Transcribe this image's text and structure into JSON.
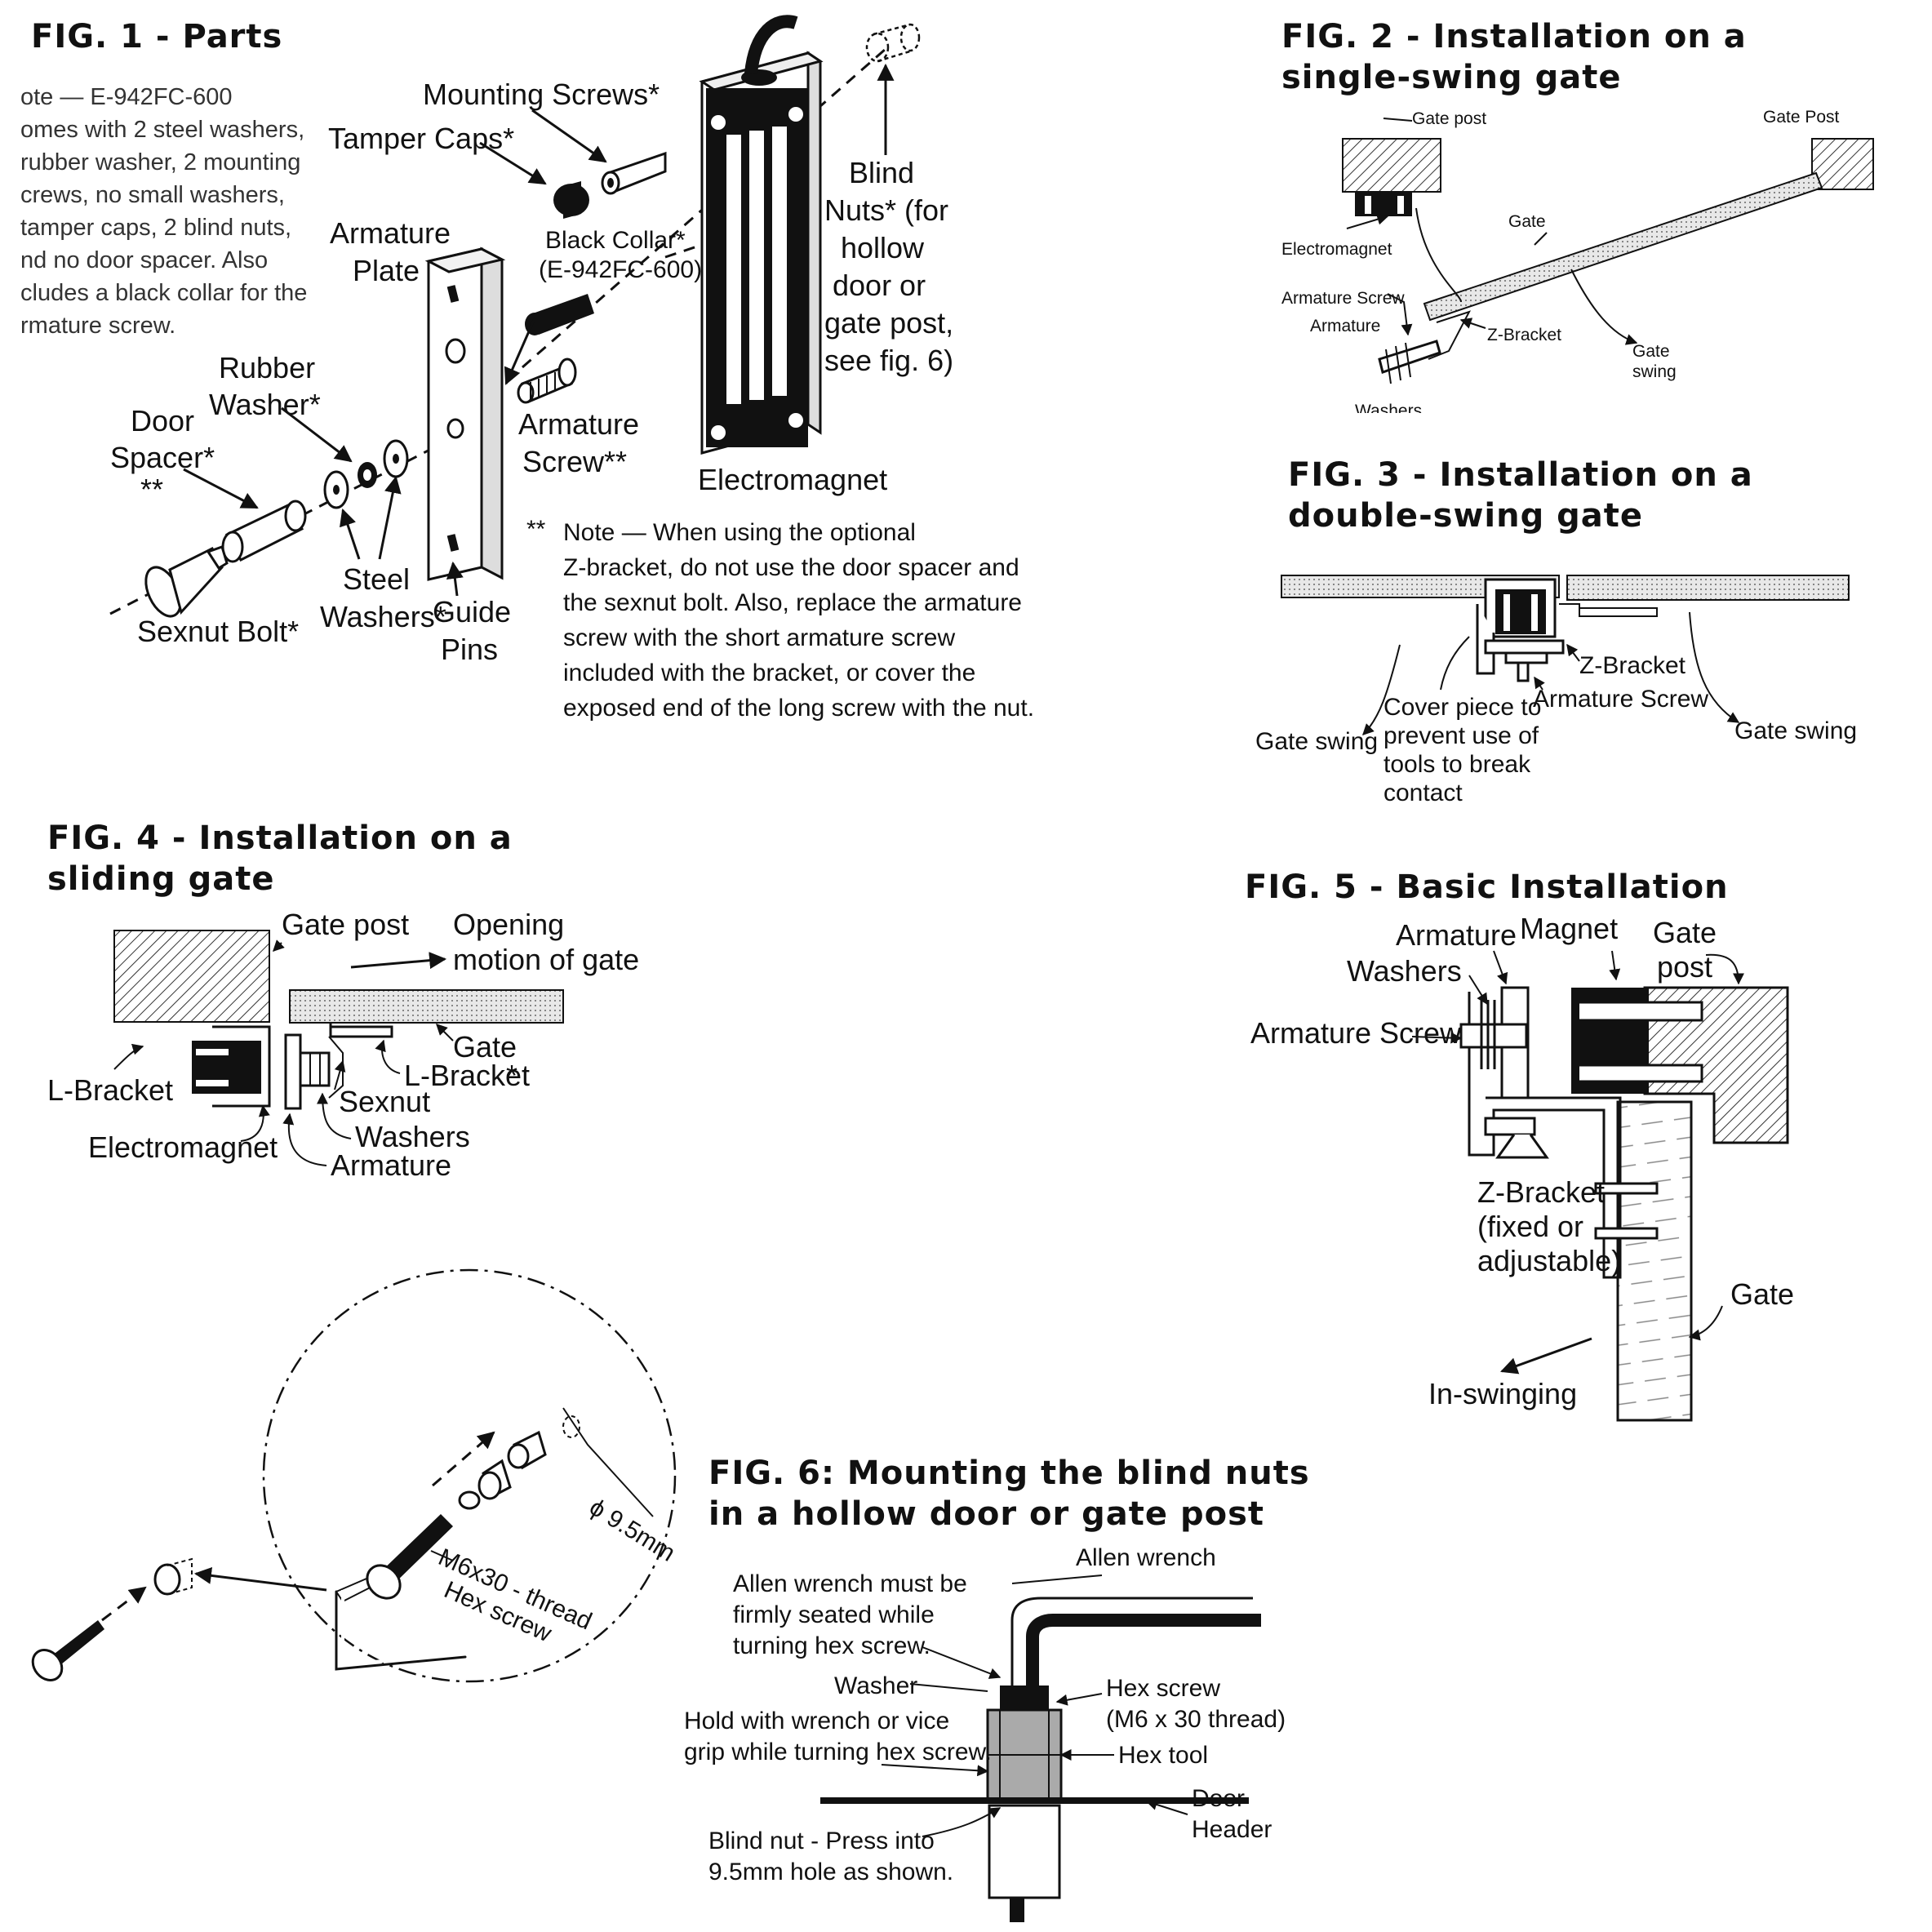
{
  "fig1": {
    "title": "FIG. 1 - Parts",
    "note_lines": [
      "ote — E-942FC-600",
      "omes with 2 steel washers,",
      "rubber washer, 2 mounting",
      "crews, no small washers,",
      "tamper caps, 2 blind nuts,",
      "nd no door spacer.  Also",
      "cludes a black collar for the",
      "rmature screw."
    ],
    "labels": {
      "mounting_screws": "Mounting Screws*",
      "tamper_caps": "Tamper Caps*",
      "armature_plate_1": "Armature",
      "armature_plate_2": "Plate",
      "black_collar_1": "Black Collar*",
      "black_collar_2": "(E-942FC-600)",
      "blind_nuts": [
        "Blind",
        "Nuts* (for",
        "hollow",
        "door or",
        "gate post,",
        "see fig. 6)"
      ],
      "rubber_washer_1": "Rubber",
      "rubber_washer_2": "Washer*",
      "door_spacer_1": "Door",
      "door_spacer_2": "Spacer*",
      "door_spacer_3": "**",
      "armature_screw_1": "Armature",
      "armature_screw_2": "Screw**",
      "electromagnet": "Electromagnet",
      "steel_washers_1": "Steel",
      "steel_washers_2": "Washers*",
      "guide_pins_1": "Guide",
      "guide_pins_2": "Pins",
      "sexnut_bolt": "Sexnut Bolt*"
    },
    "footnote_marker": "**",
    "footnote_lines": [
      "Note — When using the optional",
      "Z-bracket, do not use the door spacer and",
      "the sexnut bolt.  Also, replace the armature",
      "screw with the short armature screw",
      "included with the bracket, or cover the",
      "exposed end of the long screw with the nut."
    ]
  },
  "fig2": {
    "title_1": "FIG. 2 - Installation on a",
    "title_2": "single-swing gate",
    "labels": {
      "gate_post_left": "Gate post",
      "gate_post_right": "Gate Post",
      "electromagnet": "Electromagnet",
      "gate": "Gate",
      "armature_screw": "Armature Screw",
      "armature": "Armature",
      "z_bracket": "Z-Bracket",
      "gate_swing_1": "Gate",
      "gate_swing_2": "swing",
      "washers": "Washers"
    }
  },
  "fig3": {
    "title_1": "FIG. 3 - Installation on a",
    "title_2": "double-swing gate",
    "labels": {
      "z_bracket": "Z-Bracket",
      "armature_screw": "Armature Screw",
      "gate_swing_left": "Gate swing",
      "gate_swing_right": "Gate swing",
      "cover_piece": [
        "Cover piece to",
        "prevent use of",
        "tools to break",
        "contact"
      ]
    }
  },
  "fig4": {
    "title_1": "FIG. 4 - Installation on a",
    "title_2": "sliding gate",
    "labels": {
      "gate_post": "Gate post",
      "opening_1": "Opening",
      "opening_2": "motion of gate",
      "gate": "Gate",
      "l_bracket_right": "L-Bracket",
      "star": "*",
      "l_bracket_left": "L-Bracket",
      "sexnut": "Sexnut",
      "washers": "Washers",
      "electromagnet": "Electromagnet",
      "armature": "Armature"
    }
  },
  "fig5": {
    "title": "FIG. 5 - Basic Installation",
    "labels": {
      "armature": "Armature",
      "magnet": "Magnet",
      "gate_post_1": "Gate",
      "gate_post_2": "post",
      "washers": "Washers",
      "armature_screw": "Armature Screw",
      "z_bracket": [
        "Z-Bracket",
        "(fixed or",
        "adjustable)"
      ],
      "gate": "Gate",
      "in_swinging": "In-swinging"
    }
  },
  "fig6": {
    "title_1": "FIG. 6: Mounting the blind nuts",
    "title_2": "in a hollow door or gate post",
    "circle_labels": {
      "diameter": "ϕ 9.5mm",
      "thread": "M6x30 - thread",
      "hex_screw": "Hex screw"
    },
    "labels": {
      "allen_wrench": "Allen wrench",
      "allen_note": [
        "Allen wrench must be",
        "firmly seated while",
        "turning hex screw."
      ],
      "washer": "Washer",
      "hex_screw_1": "Hex screw",
      "hex_screw_2": "(M6 x 30 thread)",
      "hold_1": "Hold with wrench or vice",
      "hold_2": "grip while turning hex screw.",
      "hex_tool": "Hex tool",
      "door_header_1": "Door",
      "door_header_2": "Header",
      "blind_nut_1": "Blind nut - Press into",
      "blind_nut_2": "9.5mm hole as shown."
    }
  }
}
